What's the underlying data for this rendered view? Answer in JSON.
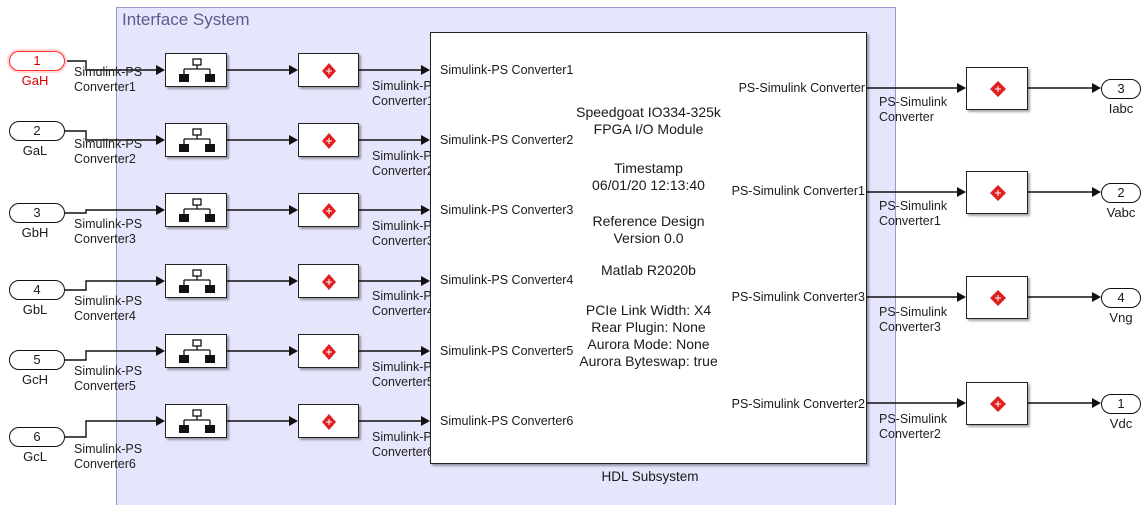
{
  "subsystem": {
    "title": "Interface System"
  },
  "inports": [
    {
      "num": "1",
      "name": "GaH"
    },
    {
      "num": "2",
      "name": "GaL"
    },
    {
      "num": "3",
      "name": "GbH"
    },
    {
      "num": "4",
      "name": "GbL"
    },
    {
      "num": "5",
      "name": "GcH"
    },
    {
      "num": "6",
      "name": "GcL"
    }
  ],
  "sps_converters": [
    {
      "line1": "Simulink-PS",
      "line2": "Converter1"
    },
    {
      "line1": "Simulink-PS",
      "line2": "Converter2"
    },
    {
      "line1": "Simulink-PS",
      "line2": "Converter3"
    },
    {
      "line1": "Simulink-PS",
      "line2": "Converter4"
    },
    {
      "line1": "Simulink-PS",
      "line2": "Converter5"
    },
    {
      "line1": "Simulink-PS",
      "line2": "Converter6"
    }
  ],
  "hdl_block": {
    "name": "HDL Subsystem",
    "input_ports": [
      "Simulink-PS Converter1",
      "Simulink-PS Converter2",
      "Simulink-PS Converter3",
      "Simulink-PS Converter4",
      "Simulink-PS Converter5",
      "Simulink-PS Converter6"
    ],
    "output_ports": [
      "PS-Simulink Converter",
      "PS-Simulink Converter1",
      "PS-Simulink Converter3",
      "PS-Simulink Converter2"
    ],
    "text": [
      "Speedgoat IO334-325k",
      "FPGA I/O Module",
      "Timestamp",
      "06/01/20 12:13:40",
      "Reference Design",
      "Version 0.0",
      "Matlab R2020b",
      "PCIe Link Width: X4",
      "Rear Plugin: None",
      "Aurora Mode: None",
      "Aurora Byteswap: true"
    ]
  },
  "ps_converters_out": [
    {
      "line1": "PS-Simulink",
      "line2": "Converter"
    },
    {
      "line1": "PS-Simulink",
      "line2": "Converter1"
    },
    {
      "line1": "PS-Simulink",
      "line2": "Converter3"
    },
    {
      "line1": "PS-Simulink",
      "line2": "Converter2"
    }
  ],
  "outports": [
    {
      "num": "3",
      "name": "Iabc"
    },
    {
      "num": "2",
      "name": "Vabc"
    },
    {
      "num": "4",
      "name": "Vng"
    },
    {
      "num": "1",
      "name": "Vdc"
    }
  ],
  "colors": {
    "area_fill": "#e5e5fb",
    "area_border": "#9a9ad0",
    "highlight": "#ff2a2a",
    "diamond": "#e02020"
  }
}
